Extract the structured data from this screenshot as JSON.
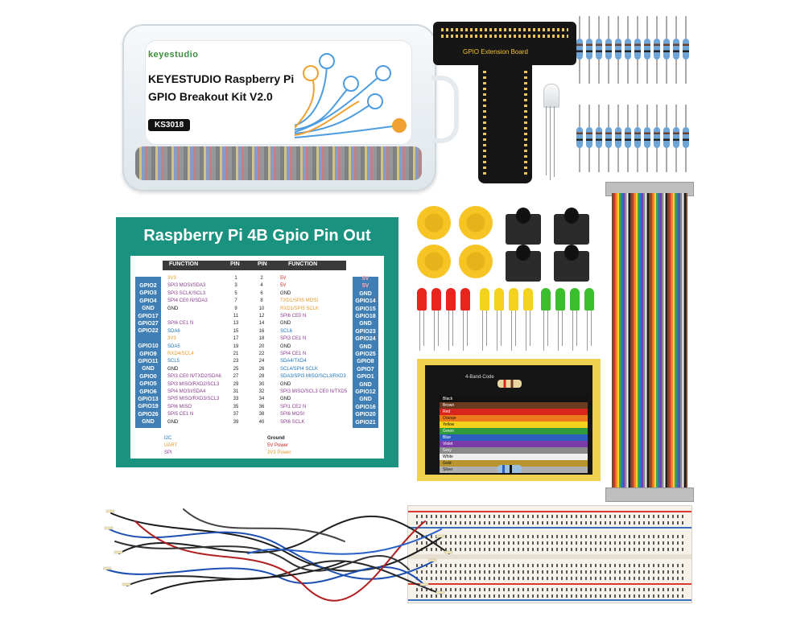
{
  "kit": {
    "brand": "keyestudio",
    "title_line1": "KEYESTUDIO Raspberry Pi",
    "title_line2": "GPIO Breakout Kit V2.0",
    "code": "KS3018"
  },
  "gpio_board": {
    "label": "GPIO Extension Board"
  },
  "pinout": {
    "title": "Raspberry Pi 4B Gpio Pin Out",
    "headers": {
      "function_left": "FUNCTION",
      "pin_left": "PIN",
      "pin_right": "PIN",
      "function_right": "FUNCTION"
    },
    "left_gpio": [
      "GPIO2",
      "GPIO3",
      "GPIO4",
      "GND",
      "GPIO17",
      "GPIO27",
      "GPIO22",
      "",
      "GPIO10",
      "GPIO9",
      "GPIO11",
      "GND",
      "GPIO0",
      "GPIO5",
      "GPIO6",
      "GPIO13",
      "GPIO19",
      "GPIO26",
      "GND"
    ],
    "right_gpio": [
      "5V",
      "5V",
      "GND",
      "GPIO14",
      "GPIO15",
      "GPIO18",
      "GND",
      "GPIO23",
      "GPIO24",
      "GND",
      "GPIO25",
      "GPIO8",
      "GPIO7",
      "GPIO1",
      "GND",
      "GPIO12",
      "GND",
      "GPIO16",
      "GPIO20",
      "GPIO21"
    ],
    "rows": [
      {
        "lf": "3V3",
        "lp": "1",
        "rp": "2",
        "rf": "5V"
      },
      {
        "lf": "SPI3 MOSI/SDA3",
        "lp": "3",
        "rp": "4",
        "rf": "5V"
      },
      {
        "lf": "SPI3 SCLK/SCL3",
        "lp": "5",
        "rp": "6",
        "rf": "GND"
      },
      {
        "lf": "SPI4 CE0 N/SDA3",
        "lp": "7",
        "rp": "8",
        "rf": "TXD1/SPI5 MOSI"
      },
      {
        "lf": "GND",
        "lp": "9",
        "rp": "10",
        "rf": "RXD1/SPI5 SCLK"
      },
      {
        "lf": "",
        "lp": "11",
        "rp": "12",
        "rf": "SPI6 CE0 N"
      },
      {
        "lf": "SPI6 CE1 N",
        "lp": "13",
        "rp": "14",
        "rf": "GND"
      },
      {
        "lf": "SDA6",
        "lp": "15",
        "rp": "16",
        "rf": "SCL6"
      },
      {
        "lf": "3V3",
        "lp": "17",
        "rp": "18",
        "rf": "SPI3 CE1 N"
      },
      {
        "lf": "SDA5",
        "lp": "19",
        "rp": "20",
        "rf": "GND"
      },
      {
        "lf": "RXD4/SCL4",
        "lp": "21",
        "rp": "22",
        "rf": "SPI4 CE1 N"
      },
      {
        "lf": "SCL5",
        "lp": "23",
        "rp": "24",
        "rf": "SDA4/TXD4"
      },
      {
        "lf": "GND",
        "lp": "25",
        "rp": "26",
        "rf": "SCL4/SPI4 SCLK"
      },
      {
        "lf": "SPI3 CE0 N/TXD2/SDA6",
        "lp": "27",
        "rp": "28",
        "rf": "SDA3/SPI3 MISO/SCL3/RXD3"
      },
      {
        "lf": "SPI3 MISO/RXD2/SCL3",
        "lp": "29",
        "rp": "30",
        "rf": "GND"
      },
      {
        "lf": "SPI4 MOSI/SDA4",
        "lp": "31",
        "rp": "32",
        "rf": "SPI3 MISO/SCL3 CE0 N/TXD5"
      },
      {
        "lf": "SPI5 MISO/RXD3/SCL3",
        "lp": "33",
        "rp": "34",
        "rf": "GND"
      },
      {
        "lf": "SPI6 MISO",
        "lp": "35",
        "rp": "36",
        "rf": "SPI1 CE2 N"
      },
      {
        "lf": "SPI5 CE1 N",
        "lp": "37",
        "rp": "38",
        "rf": "SPI6 MOSI"
      },
      {
        "lf": "GND",
        "lp": "39",
        "rp": "40",
        "rf": "SPI6 SCLK"
      }
    ],
    "legend": {
      "i2c": "I2C",
      "uart": "UART",
      "spi": "SPI",
      "gnd": "Ground",
      "v5": "5V Power",
      "v33": "3V3 Power"
    }
  },
  "color_card": {
    "title": "4-Band-Code",
    "rows": [
      "Black",
      "Brown",
      "Red",
      "Orange",
      "Yellow",
      "Green",
      "Blue",
      "Violet",
      "Grey",
      "White",
      "Gold",
      "Silver"
    ],
    "row_colors": [
      "#111111",
      "#6b3b1f",
      "#d8261e",
      "#ec7a1c",
      "#f3d21e",
      "#2f9a3c",
      "#2c5fc0",
      "#7a3aa8",
      "#8a8a8a",
      "#efefef",
      "#b8962e",
      "#b0b0b0"
    ]
  },
  "colors": {
    "poster_teal": "#19927f",
    "gpio_blue": "#3f7fb6",
    "card_yellow": "#f0d24f"
  }
}
